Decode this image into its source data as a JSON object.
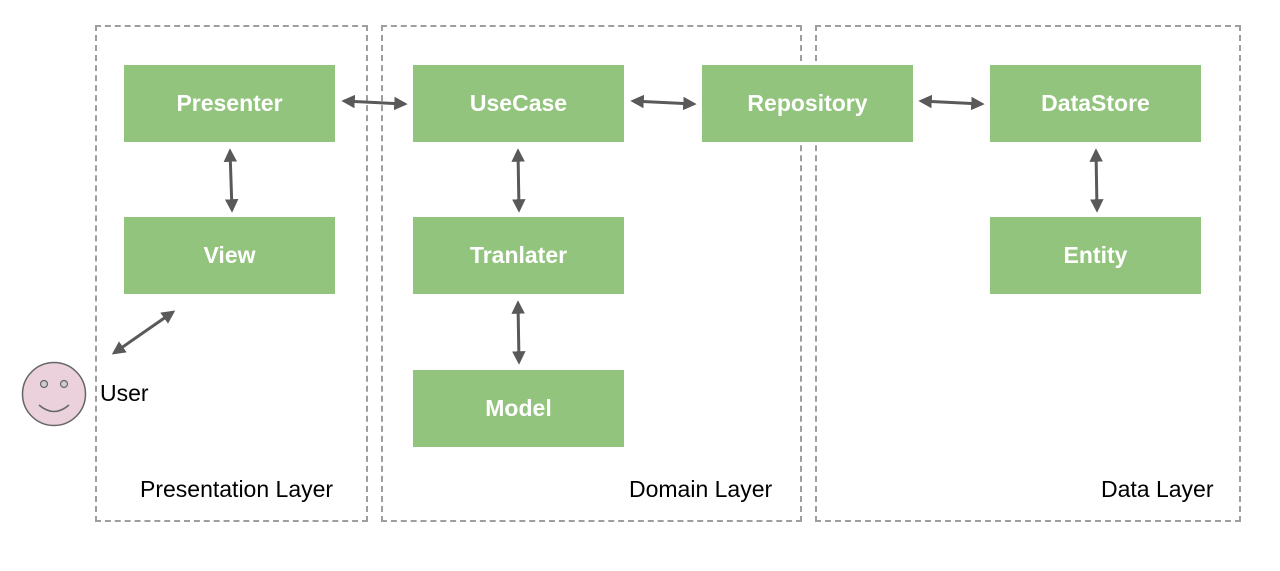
{
  "colors": {
    "box_fill": "#93c47d",
    "box_text": "#ffffff",
    "dashed_border": "#9e9e9e",
    "arrow": "#595959",
    "face_fill": "#ead1dc",
    "face_stroke": "#666666"
  },
  "layers": {
    "presentation": "Presentation Layer",
    "domain": "Domain Layer",
    "data": "Data Layer"
  },
  "boxes": {
    "presenter": "Presenter",
    "view": "View",
    "usecase": "UseCase",
    "tranlater": "Tranlater",
    "model": "Model",
    "repository": "Repository",
    "datastore": "DataStore",
    "entity": "Entity"
  },
  "actor": {
    "label": "User",
    "icon": "smiley-face-icon"
  }
}
